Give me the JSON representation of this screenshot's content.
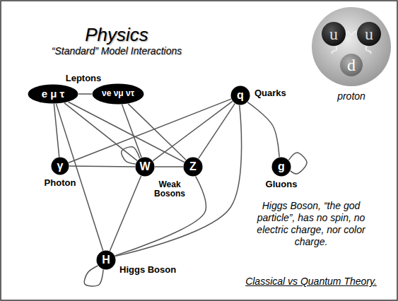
{
  "diagram": {
    "title": "Physics",
    "nodes": [
      {
        "text": [
          "e μ τ"
        ]
      },
      {
        "text": [
          "νe νμ ντ"
        ]
      },
      {
        "text": [
          "q",
          "Quarks"
        ]
      },
      {
        "text": [
          "γ",
          "Photon"
        ]
      },
      {
        "text": [
          "W"
        ]
      },
      {
        "text": [
          "Z"
        ]
      },
      {
        "text": [
          "g",
          "Gluons"
        ]
      },
      {
        "text": [
          "H",
          "Higgs Boson"
        ]
      }
    ],
    "edges": [
      {
        "from": 0,
        "to": 1,
        "arrow": "none"
      },
      {
        "from": 0,
        "to": 3,
        "arrow": "none"
      },
      {
        "from": 0,
        "to": 4,
        "arrow": "none"
      },
      {
        "from": 0,
        "to": 5,
        "arrow": "none"
      },
      {
        "from": 0,
        "to": 7,
        "arrow": "none"
      },
      {
        "from": 1,
        "to": 4,
        "arrow": "none"
      },
      {
        "from": 1,
        "to": 5,
        "arrow": "none"
      },
      {
        "from": 2,
        "to": 3,
        "arrow": "none"
      },
      {
        "from": 2,
        "to": 4,
        "arrow": "none"
      },
      {
        "from": 2,
        "to": 5,
        "arrow": "none"
      },
      {
        "from": 2,
        "to": 6,
        "arrow": "none"
      },
      {
        "from": 2,
        "to": 7,
        "arrow": "none"
      },
      {
        "from": 3,
        "to": 4,
        "arrow": "none"
      },
      {
        "from": 4,
        "to": 4,
        "arrow": "none"
      },
      {
        "from": 4,
        "to": 5,
        "arrow": "none"
      },
      {
        "from": 4,
        "to": 7,
        "arrow": "none"
      },
      {
        "from": 5,
        "to": 7,
        "arrow": "none"
      },
      {
        "from": 7,
        "to": 7,
        "arrow": "none"
      },
      {
        "from": 6,
        "to": 6,
        "arrow": "none"
      }
    ],
    "labels": [
      "“Standard” Model Interactions",
      "Leptons",
      "Weak Bosons",
      "u",
      "u",
      "d",
      "proton",
      "Higgs Boson, “the god particle”, has no spin, no electric charge, nor color charge.",
      "Classical vs Quantum Theory."
    ]
  }
}
